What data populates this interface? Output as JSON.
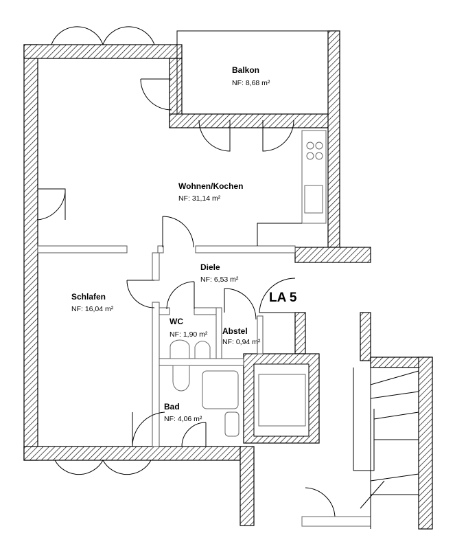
{
  "plan": {
    "unit_label": "LA 5",
    "rooms": [
      {
        "name": "Balkon",
        "area": "NF: 8,68 m²"
      },
      {
        "name": "Wohnen/Kochen",
        "area": "NF: 31,14 m²"
      },
      {
        "name": "Schlafen",
        "area": "NF: 16,04 m²"
      },
      {
        "name": "Diele",
        "area": "NF: 6,53 m²"
      },
      {
        "name": "WC",
        "area": "NF: 1,90 m²"
      },
      {
        "name": "Abstel",
        "area": "NF: 0,94 m²"
      },
      {
        "name": "Bad",
        "area": "NF: 4,06 m²"
      }
    ]
  }
}
